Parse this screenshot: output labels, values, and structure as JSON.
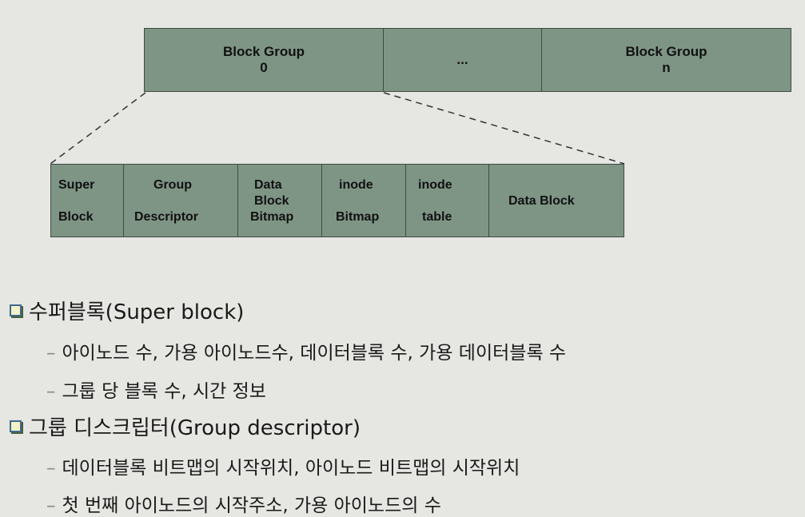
{
  "block_groups": [
    {
      "line1": "Block Group",
      "line2": "0"
    },
    {
      "line1": "...",
      "line2": ""
    },
    {
      "line1": "Block Group",
      "line2": "n"
    }
  ],
  "group_parts": {
    "super_block": [
      "Super",
      "Block"
    ],
    "group_descriptor": [
      "Group",
      "Descriptor"
    ],
    "data_block_bitmap": [
      "Data",
      "Block",
      "Bitmap"
    ],
    "inode_bitmap": [
      "inode",
      "Bitmap"
    ],
    "inode_table": [
      "inode",
      "table"
    ],
    "data_block": "Data Block"
  },
  "sections": [
    {
      "heading": "수퍼블록(Super block)",
      "items": [
        "아이노드 수,  가용 아이노드수, 데이터블록 수, 가용 데이터블록 수",
        "그룹 당 블록 수, 시간 정보"
      ]
    },
    {
      "heading": "그룹 디스크립터(Group descriptor)",
      "items": [
        "데이터블록 비트맵의 시작위치, 아이노드 비트맵의 시작위치",
        "첫 번째 아이노드의 시작주소, 가용 아이노드의 수"
      ]
    }
  ],
  "colors": {
    "box_fill": "#7e9585",
    "background": "#e6e6e3",
    "bullet_border": "#3d6a8c"
  }
}
